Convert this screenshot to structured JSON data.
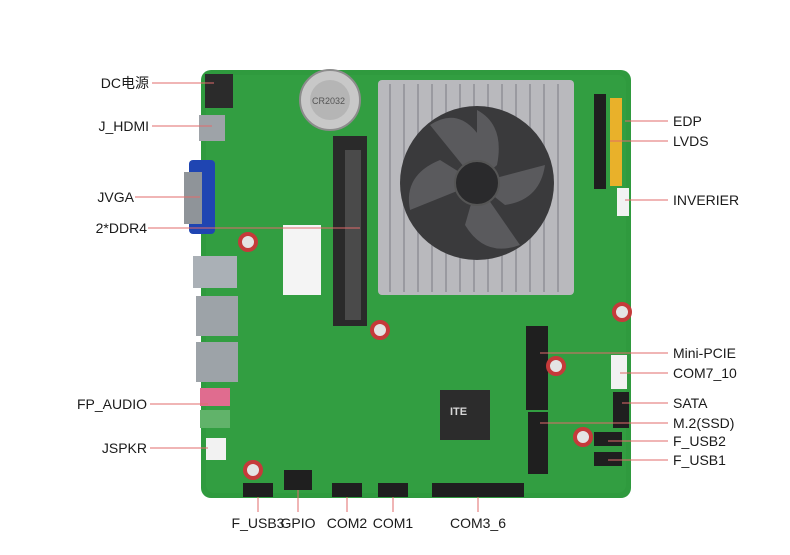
{
  "labels_left": [
    "DC电源",
    "J_HDMI",
    "JVGA",
    "2*DDR4",
    "FP_AUDIO",
    "JSPKR"
  ],
  "labels_right": [
    "EDP",
    "LVDS",
    "INVERIER",
    "Mini-PCIE",
    "COM7_10",
    "SATA",
    "M.2(SSD)",
    "F_USB2",
    "F_USB1"
  ],
  "labels_bottom": [
    "F_USB3",
    "GPIO",
    "COM2",
    "COM1",
    "COM3_6"
  ],
  "board_printed_text": {
    "chip_logo": "ITE",
    "fan_hub": "",
    "battery": "CR2032"
  },
  "colors": {
    "pcb": "#2f9a3e",
    "pcb_dark": "#1f7a2d",
    "heatsink": "#b9b9bd",
    "fan": "#3a3a3c",
    "leader": "#e06b6b"
  }
}
